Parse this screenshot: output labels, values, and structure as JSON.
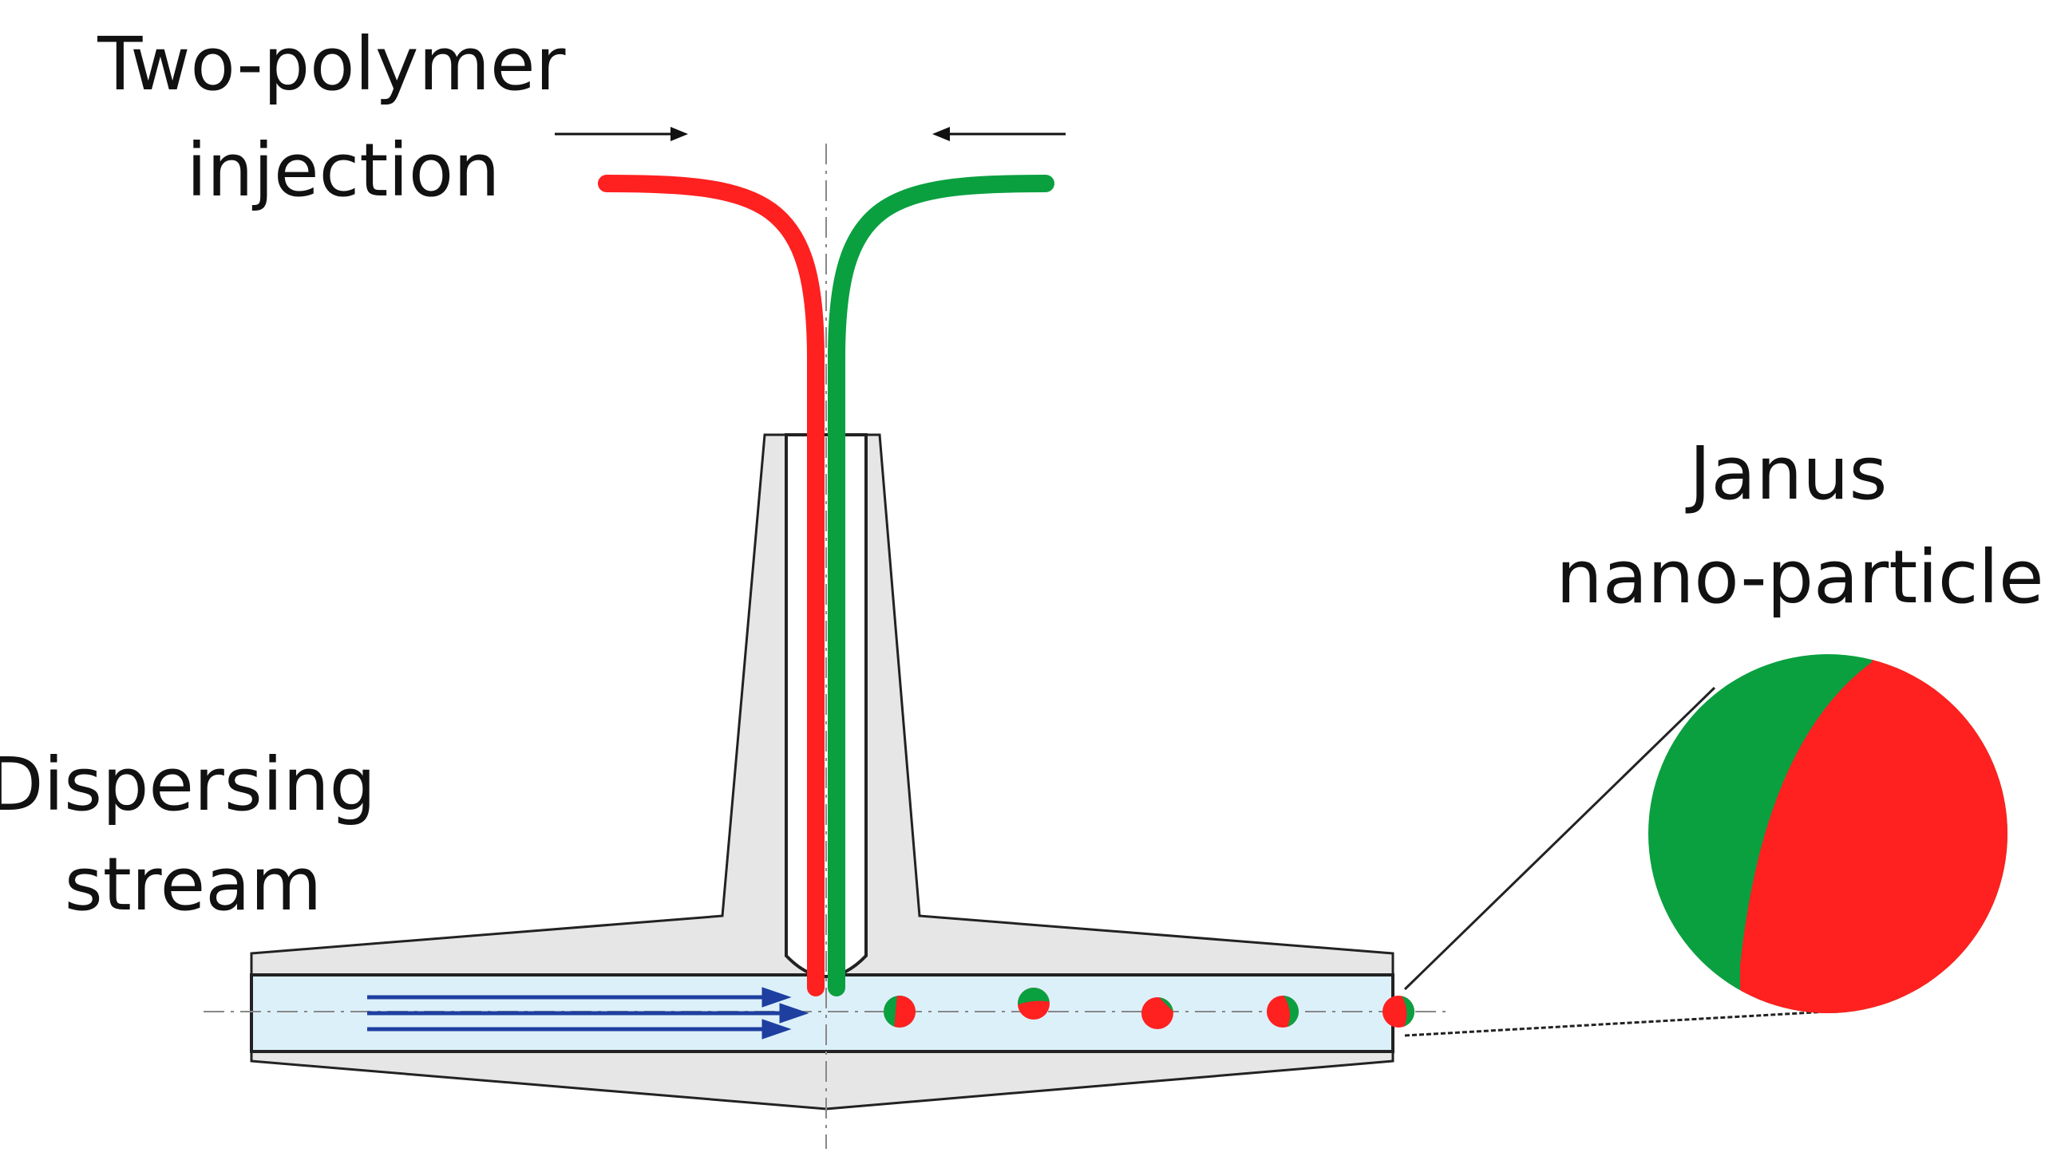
{
  "labels": {
    "injection_line1": "Two-polymer",
    "injection_line2": "injection",
    "dispersing_line1": "Dispersing",
    "dispersing_line2": "stream",
    "particle_line1": "Janus",
    "particle_line2": "nano-particle"
  },
  "colors": {
    "polymer_a": "#ff2020",
    "polymer_b": "#0aa040",
    "channel_fluid": "#dcf0fa",
    "body": "#e6e6e6",
    "flow_arrows": "#1e3fa0",
    "outline": "#222222",
    "text": "#111111"
  },
  "icons": [
    "arrow-right-icon",
    "arrow-left-icon",
    "flow-arrow-icon",
    "janus-particle-icon"
  ],
  "particle_count": 5
}
